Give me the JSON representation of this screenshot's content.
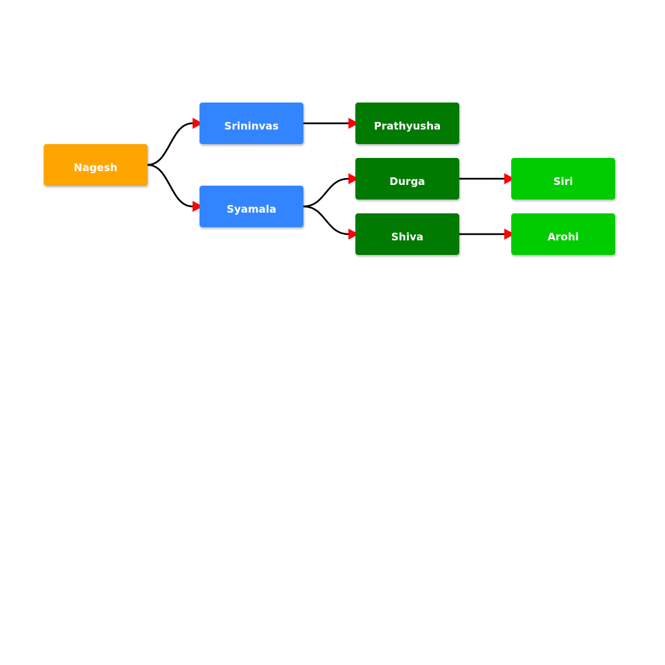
{
  "colors": {
    "root": "#FFA500",
    "generation_1": "#3385FF",
    "generation_2": "#007A00",
    "generation_3": "#00CC00",
    "edge": "#000000",
    "arrowhead": "#FF0000",
    "label": "#FFFFFF"
  },
  "nodes": {
    "nagesh": {
      "label": "Nagesh"
    },
    "srininvas": {
      "label": "Srininvas"
    },
    "syamala": {
      "label": "Syamala"
    },
    "prathyusha": {
      "label": "Prathyusha"
    },
    "durga": {
      "label": "Durga"
    },
    "shiva": {
      "label": "Shiva"
    },
    "siri": {
      "label": "Siri"
    },
    "arohi": {
      "label": "Arohi"
    }
  },
  "edges": [
    {
      "from": "nagesh",
      "to": "srininvas"
    },
    {
      "from": "nagesh",
      "to": "syamala"
    },
    {
      "from": "srininvas",
      "to": "prathyusha"
    },
    {
      "from": "syamala",
      "to": "durga"
    },
    {
      "from": "syamala",
      "to": "shiva"
    },
    {
      "from": "durga",
      "to": "siri"
    },
    {
      "from": "shiva",
      "to": "arohi"
    }
  ]
}
